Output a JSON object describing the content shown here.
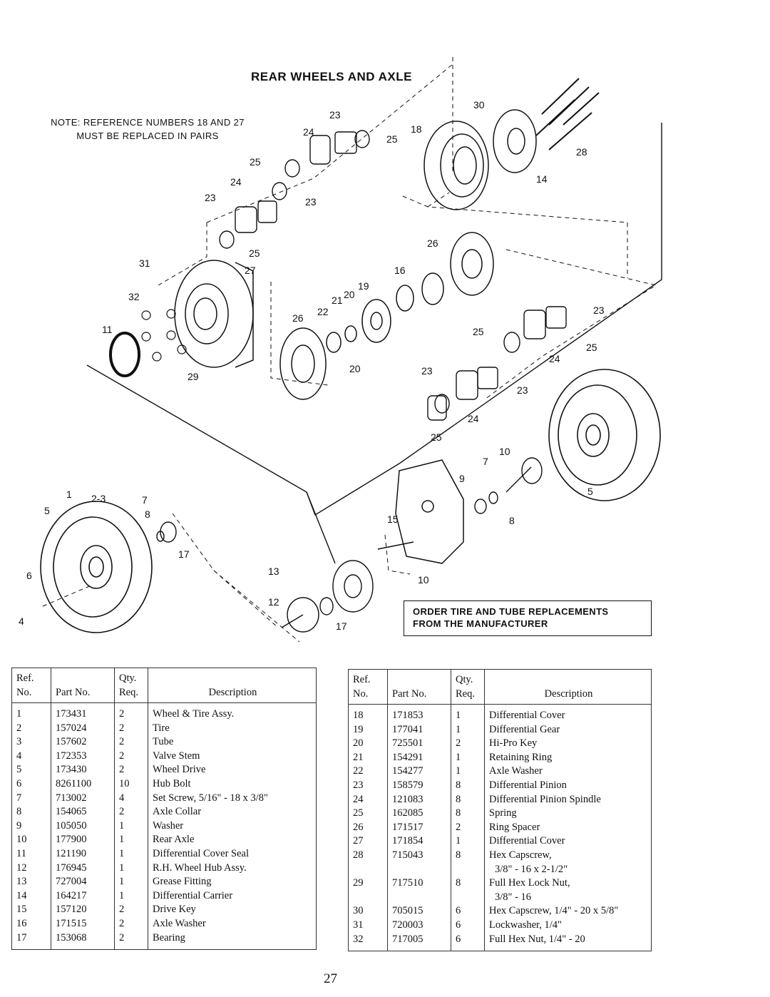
{
  "title": "REAR WHEELS AND AXLE",
  "note": {
    "line1": "NOTE: REFERENCE NUMBERS 18 AND 27",
    "line2": "MUST BE REPLACED IN PAIRS"
  },
  "callout": {
    "line1": "ORDER TIRE AND TUBE REPLACEMENTS",
    "line2": "FROM THE MANUFACTURER"
  },
  "table_headers": {
    "ref_line1": "Ref.",
    "ref_line2": "No.",
    "part": "Part No.",
    "qty_line1": "Qty.",
    "qty_line2": "Req.",
    "description": "Description"
  },
  "parts_left": [
    {
      "ref": "1",
      "part": "173431",
      "qty": "2",
      "desc": "Wheel & Tire Assy."
    },
    {
      "ref": "2",
      "part": "157024",
      "qty": "2",
      "desc": "Tire"
    },
    {
      "ref": "3",
      "part": "157602",
      "qty": "2",
      "desc": "Tube"
    },
    {
      "ref": "4",
      "part": "172353",
      "qty": "2",
      "desc": "Valve Stem"
    },
    {
      "ref": "5",
      "part": "173430",
      "qty": "2",
      "desc": "Wheel Drive"
    },
    {
      "ref": "6",
      "part": "8261100",
      "qty": "10",
      "desc": "Hub Bolt"
    },
    {
      "ref": "7",
      "part": "713002",
      "qty": "4",
      "desc": "Set Screw, 5/16\" - 18 x 3/8\""
    },
    {
      "ref": "8",
      "part": "154065",
      "qty": "2",
      "desc": "Axle Collar"
    },
    {
      "ref": "9",
      "part": "105050",
      "qty": "1",
      "desc": "Washer"
    },
    {
      "ref": "10",
      "part": "177900",
      "qty": "1",
      "desc": "Rear Axle"
    },
    {
      "ref": "11",
      "part": "121190",
      "qty": "1",
      "desc": "Differential Cover Seal"
    },
    {
      "ref": "12",
      "part": "176945",
      "qty": "1",
      "desc": "R.H. Wheel Hub Assy."
    },
    {
      "ref": "13",
      "part": "727004",
      "qty": "1",
      "desc": "Grease Fitting"
    },
    {
      "ref": "14",
      "part": "164217",
      "qty": "1",
      "desc": "Differential Carrier"
    },
    {
      "ref": "15",
      "part": "157120",
      "qty": "2",
      "desc": "Drive Key"
    },
    {
      "ref": "16",
      "part": "171515",
      "qty": "2",
      "desc": "Axle Washer"
    },
    {
      "ref": "17",
      "part": "153068",
      "qty": "2",
      "desc": "Bearing"
    }
  ],
  "parts_right": [
    {
      "ref": "18",
      "part": "171853",
      "qty": "1",
      "desc": "Differential Cover"
    },
    {
      "ref": "19",
      "part": "177041",
      "qty": "1",
      "desc": "Differential Gear"
    },
    {
      "ref": "20",
      "part": "725501",
      "qty": "2",
      "desc": "Hi-Pro Key"
    },
    {
      "ref": "21",
      "part": "154291",
      "qty": "1",
      "desc": "Retaining Ring"
    },
    {
      "ref": "22",
      "part": "154277",
      "qty": "1",
      "desc": "Axle Washer"
    },
    {
      "ref": "23",
      "part": "158579",
      "qty": "8",
      "desc": "Differential Pinion"
    },
    {
      "ref": "24",
      "part": "121083",
      "qty": "8",
      "desc": "Differential Pinion Spindle"
    },
    {
      "ref": "25",
      "part": "162085",
      "qty": "8",
      "desc": "Spring"
    },
    {
      "ref": "26",
      "part": "171517",
      "qty": "2",
      "desc": "Ring Spacer"
    },
    {
      "ref": "27",
      "part": "171854",
      "qty": "1",
      "desc": "Differential Cover"
    },
    {
      "ref": "28",
      "part": "715043",
      "qty": "8",
      "desc": "Hex Capscrew,"
    },
    {
      "ref": "",
      "part": "",
      "qty": "",
      "desc": "3/8\" - 16 x 2-1/2\""
    },
    {
      "ref": "29",
      "part": "717510",
      "qty": "8",
      "desc": "Full Hex Lock Nut,"
    },
    {
      "ref": "",
      "part": "",
      "qty": "",
      "desc": "3/8\" - 16"
    },
    {
      "ref": "30",
      "part": "705015",
      "qty": "6",
      "desc": "Hex Capscrew, 1/4\" - 20 x 5/8\""
    },
    {
      "ref": "31",
      "part": "720003",
      "qty": "6",
      "desc": "Lockwasher, 1/4\""
    },
    {
      "ref": "32",
      "part": "717005",
      "qty": "6",
      "desc": "Full Hex Nut, 1/4\" - 20"
    }
  ],
  "diagram_labels": [
    {
      "text": "30"
    },
    {
      "text": "23"
    },
    {
      "text": "24"
    },
    {
      "text": "25"
    },
    {
      "text": "18"
    },
    {
      "text": "28"
    },
    {
      "text": "14"
    },
    {
      "text": "25"
    },
    {
      "text": "24"
    },
    {
      "text": "23"
    },
    {
      "text": "23"
    },
    {
      "text": "25"
    },
    {
      "text": "26"
    },
    {
      "text": "31"
    },
    {
      "text": "27"
    },
    {
      "text": "16"
    },
    {
      "text": "19"
    },
    {
      "text": "32"
    },
    {
      "text": "20"
    },
    {
      "text": "21"
    },
    {
      "text": "22"
    },
    {
      "text": "26"
    },
    {
      "text": "11"
    },
    {
      "text": "23"
    },
    {
      "text": "25"
    },
    {
      "text": "25"
    },
    {
      "text": "24"
    },
    {
      "text": "29"
    },
    {
      "text": "20"
    },
    {
      "text": "23"
    },
    {
      "text": "23"
    },
    {
      "text": "24"
    },
    {
      "text": "25"
    },
    {
      "text": "7"
    },
    {
      "text": "10"
    },
    {
      "text": "9"
    },
    {
      "text": "5"
    },
    {
      "text": "1"
    },
    {
      "text": "2-3"
    },
    {
      "text": "7"
    },
    {
      "text": "5"
    },
    {
      "text": "8"
    },
    {
      "text": "15"
    },
    {
      "text": "8"
    },
    {
      "text": "17"
    },
    {
      "text": "6"
    },
    {
      "text": "13"
    },
    {
      "text": "10"
    },
    {
      "text": "12"
    },
    {
      "text": "17"
    },
    {
      "text": "4"
    }
  ],
  "page_number": "27"
}
